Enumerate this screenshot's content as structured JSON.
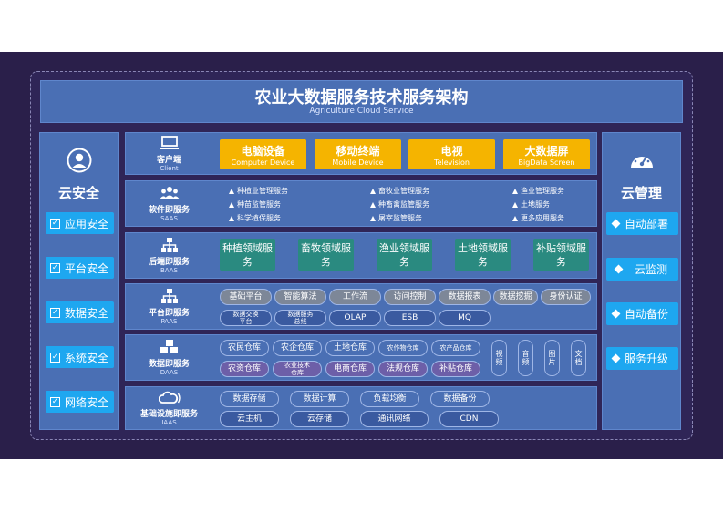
{
  "title": {
    "zh": "农业大数据服务技术服务架构",
    "en": "Agriculture Cloud Service"
  },
  "left_panel": {
    "icon": "user-icon",
    "title": "云安全",
    "items": [
      "应用安全",
      "平台安全",
      "数据安全",
      "系统安全",
      "网络安全"
    ]
  },
  "right_panel": {
    "icon": "dashboard-gauge-icon",
    "title": "云管理",
    "items": [
      "自动部署",
      "云监测",
      "自动备份",
      "服务升级"
    ]
  },
  "layers": {
    "client": {
      "zh": "客户端",
      "en": "Client",
      "icon": "monitor-icon",
      "items": [
        {
          "zh": "电脑设备",
          "en": "Computer Device"
        },
        {
          "zh": "移动终端",
          "en": "Mobile Device"
        },
        {
          "zh": "电视",
          "en": "Television"
        },
        {
          "zh": "大数据屏",
          "en": "BigData Screen"
        }
      ]
    },
    "saas": {
      "zh": "软件即服务",
      "en": "SAAS",
      "icon": "users-group-icon",
      "items": [
        "种植业管理服务",
        "畜牧业管理服务",
        "渔业管理服务",
        "种苗监管服务",
        "种畜禽监管服务",
        "土地服务",
        "科学植保服务",
        "屠宰监管服务",
        "更多应用服务"
      ]
    },
    "baas": {
      "zh": "后端即服务",
      "en": "BAAS",
      "icon": "org-chart-icon",
      "items": [
        "种植领域服务",
        "畜牧领域服务",
        "渔业领域服务",
        "土地领域服务",
        "补贴领域服务"
      ]
    },
    "paas": {
      "zh": "平台即服务",
      "en": "PAAS",
      "icon": "org-chart-icon",
      "row1": [
        "基础平台",
        "智能算法",
        "工作流",
        "访问控制",
        "数据报表",
        "数据挖掘",
        "身份认证"
      ],
      "row2": [
        "数据交换平台",
        "数据服务总线",
        "OLAP",
        "ESB",
        "MQ"
      ]
    },
    "daas": {
      "zh": "数据即服务",
      "en": "DAAS",
      "icon": "cubes-icon",
      "row1": [
        "农民仓库",
        "农企仓库",
        "土地仓库",
        "农作物仓库",
        "农产品仓库"
      ],
      "row2": [
        "农资仓库",
        "农业技术仓库",
        "电商仓库",
        "法规仓库",
        "补贴仓库"
      ],
      "media": [
        "视频",
        "音频",
        "图片",
        "文档"
      ]
    },
    "iaas": {
      "zh": "基础设施即服务",
      "en": "IAAS",
      "icon": "cloud-signal-icon",
      "row1": [
        "数据存储",
        "数据计算",
        "负载均衡",
        "数据备份"
      ],
      "row2": [
        "云主机",
        "云存储",
        "通讯网络",
        "CDN"
      ]
    }
  },
  "colors": {
    "background": "#2a1f4a",
    "panel": "#4a6fb4",
    "accent_yellow": "#f5b400",
    "accent_green": "#2a8a80",
    "accent_cyan": "#1ea7f0"
  }
}
